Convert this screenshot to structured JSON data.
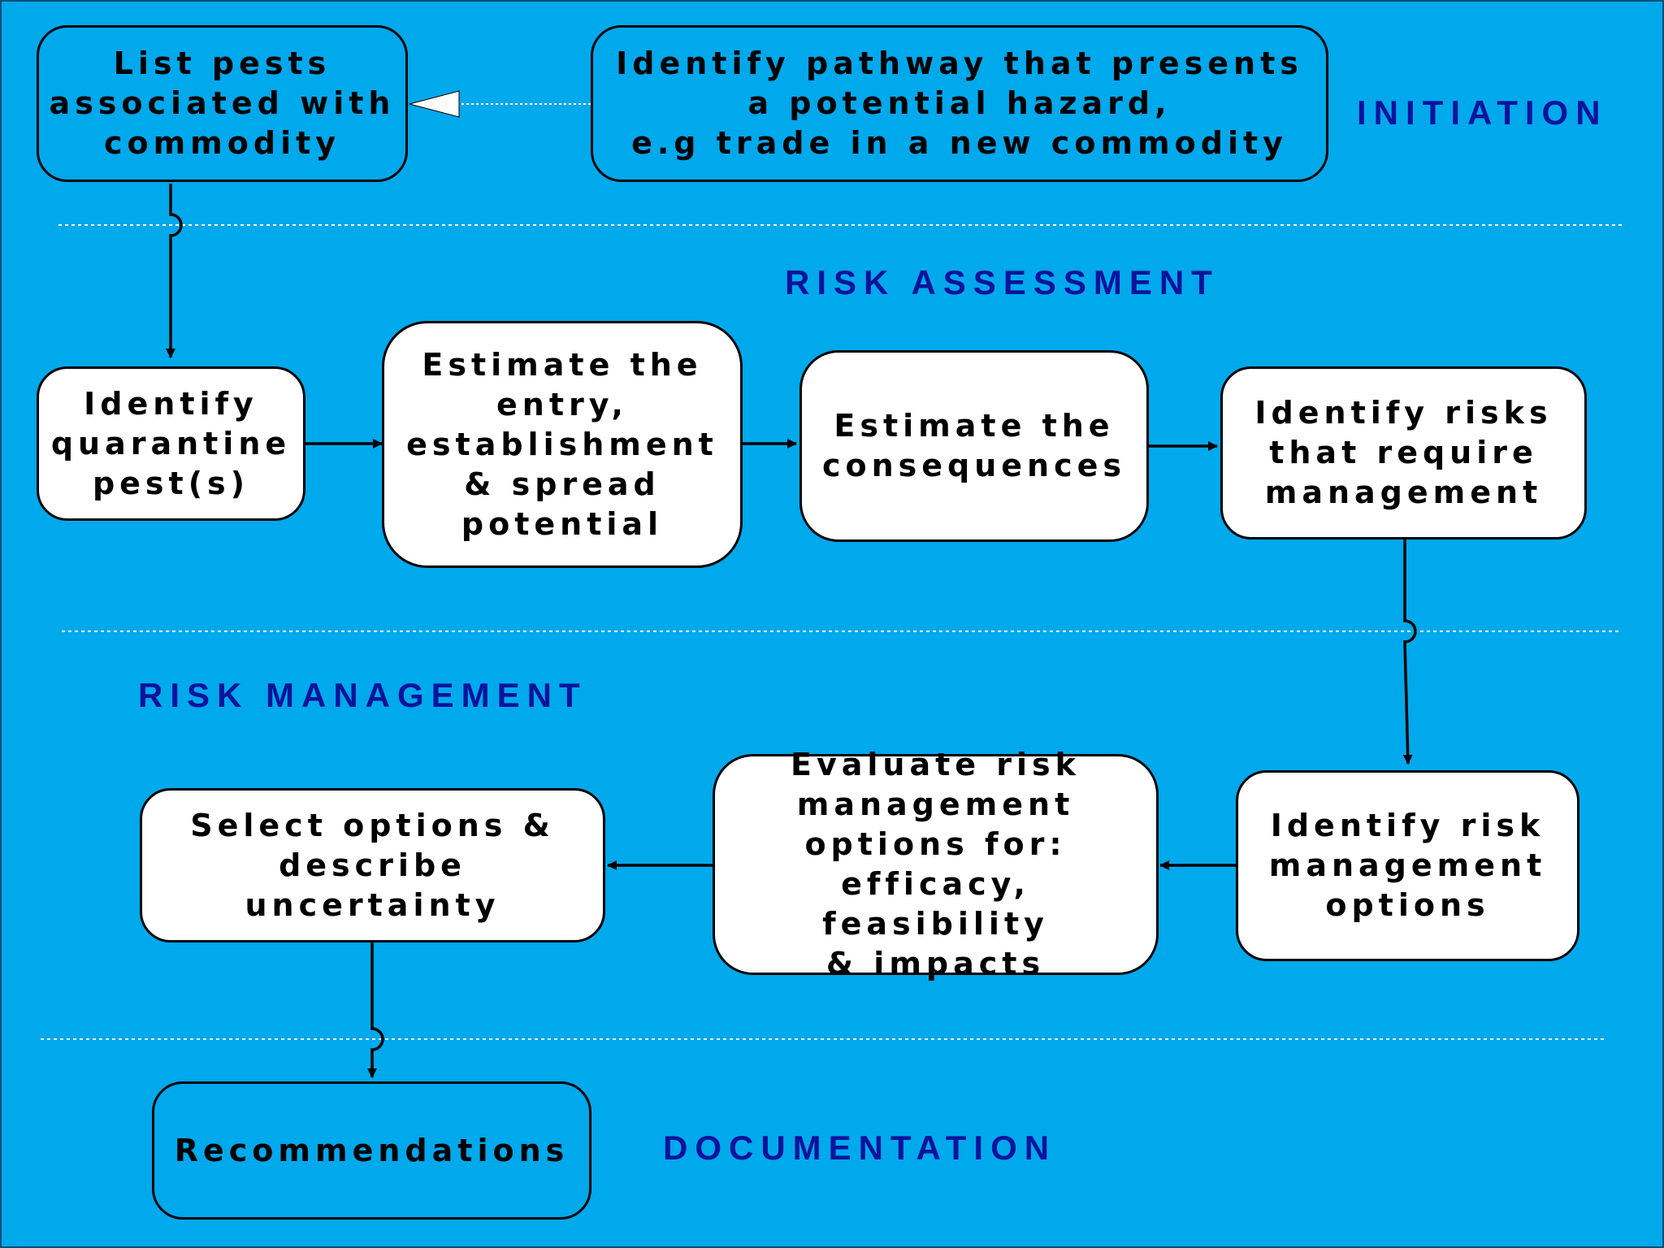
{
  "colors": {
    "background": "#00a8ec",
    "box_fill": "#ffffff",
    "box_border": "#000000",
    "section_label": "#0b139b",
    "divider": "#ffffff"
  },
  "sections": {
    "initiation": "INITIATION",
    "risk_assessment": "RISK ASSESSMENT",
    "risk_management": "RISK MANAGEMENT",
    "documentation": "DOCUMENTATION"
  },
  "boxes": {
    "list_pests": "List pests\nassociated with\ncommodity",
    "identify_pathway": "Identify pathway that presents\na potential hazard,\ne.g trade in a new commodity",
    "identify_quarantine_pests": "Identify\nquarantine\npest(s)",
    "estimate_entry": "Estimate the\nentry,\nestablishment\n& spread\npotential",
    "estimate_consequences": "Estimate the\nconsequences",
    "identify_risks": "Identify risks\nthat require\nmanagement",
    "identify_options": "Identify risk\nmanagement\noptions",
    "evaluate_options": "Evaluate risk\nmanagement\noptions for:\nefficacy, feasibility\n& impacts",
    "select_options": "Select options &\ndescribe\nuncertainty",
    "recommendations": "Recommendations"
  }
}
